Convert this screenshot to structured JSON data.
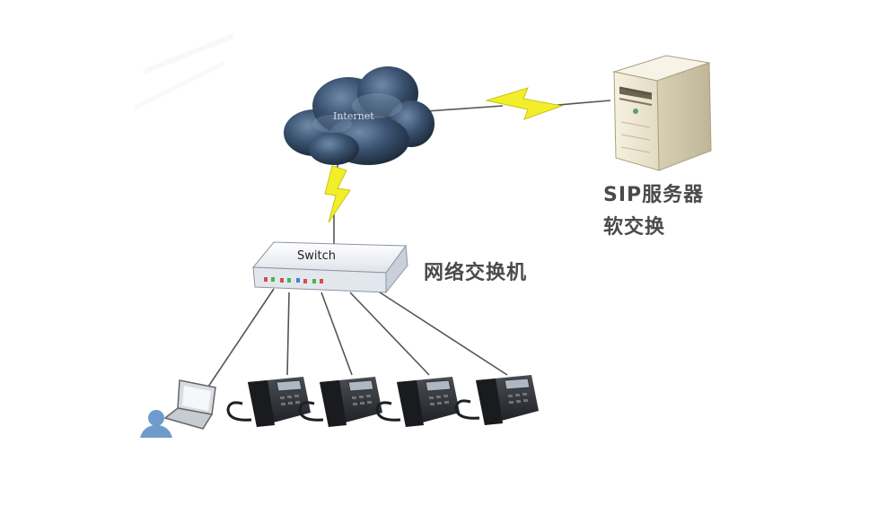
{
  "nodes": {
    "cloud": {
      "label": "Internet"
    },
    "switch": {
      "label": "Switch",
      "caption": "网络交换机"
    },
    "server": {
      "caption_line1": "SIP服务器",
      "caption_line2": "软交换"
    }
  },
  "colors": {
    "cloud": "#2c3e55",
    "lightning": "#f3ee2a",
    "switch_body": "#e9edf2",
    "server_body": "#efe8d2",
    "phone": "#2b2d31",
    "user": "#6d9ccc",
    "text": "#4a4a4a"
  },
  "devices": {
    "phones": [
      "ip-phone",
      "ip-phone",
      "ip-phone",
      "ip-phone"
    ],
    "laptop": "laptop-icon",
    "user": "user-icon"
  }
}
